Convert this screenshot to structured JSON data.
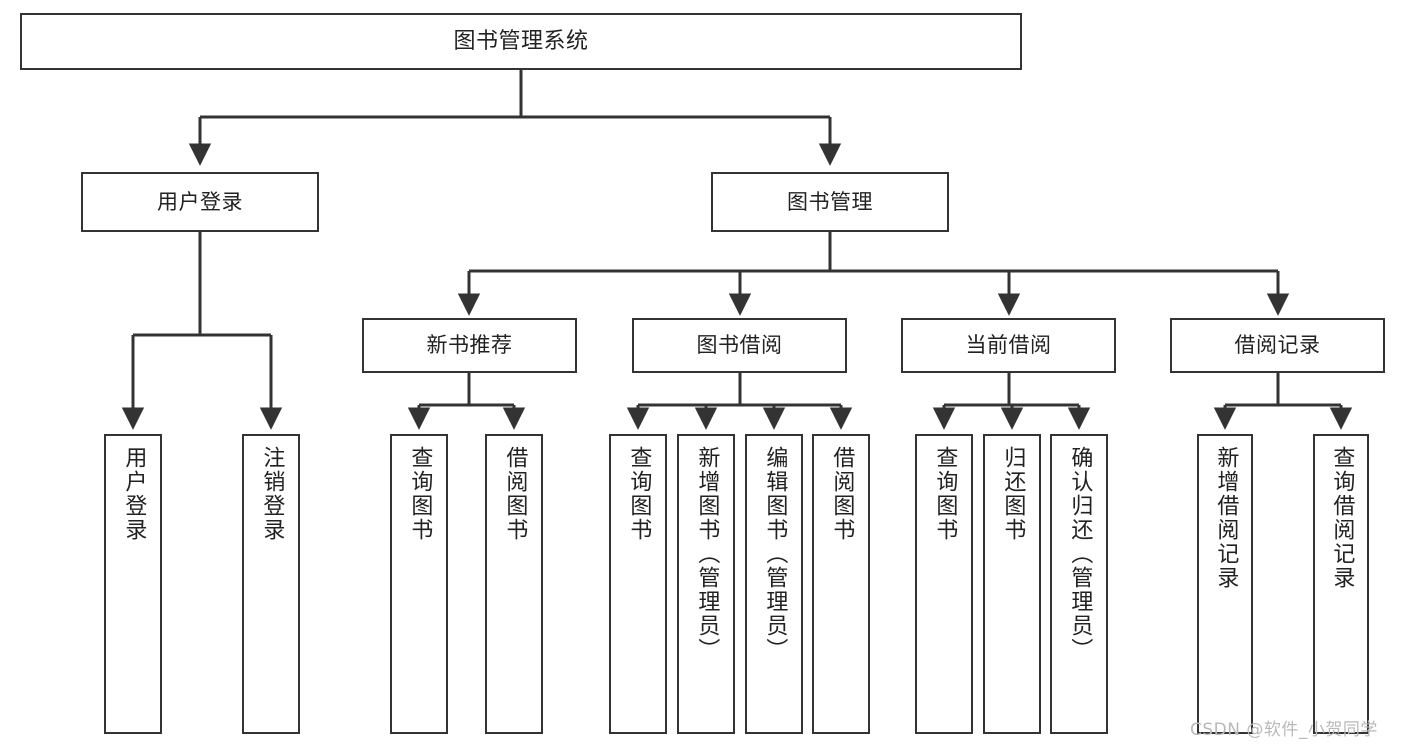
{
  "diagram": {
    "title": "图书管理系统",
    "type": "tree-hierarchy",
    "orientation": "top-down",
    "stroke_color": "#333333",
    "background_color": "#ffffff",
    "text_color": "#222222",
    "watermark": "CSDN @软件_小贺同学",
    "watermark_color": "#b9b9b9"
  },
  "nodes": {
    "root": {
      "label": "图书管理系统",
      "level": 0
    },
    "level1": [
      {
        "id": "user-login",
        "label": "用户登录",
        "level": 1
      },
      {
        "id": "book-manage",
        "label": "图书管理",
        "level": 1
      }
    ],
    "level2": [
      {
        "id": "new-book-recommend",
        "label": "新书推荐",
        "level": 2,
        "parent": "book-manage"
      },
      {
        "id": "book-borrow",
        "label": "图书借阅",
        "level": 2,
        "parent": "book-manage"
      },
      {
        "id": "current-borrow",
        "label": "当前借阅",
        "level": 2,
        "parent": "book-manage"
      },
      {
        "id": "borrow-record",
        "label": "借阅记录",
        "level": 2,
        "parent": "book-manage"
      }
    ],
    "leaves": [
      {
        "id": "leaf-user-login",
        "label": "用户登录",
        "parent": "user-login"
      },
      {
        "id": "leaf-logout-login",
        "label": "注销登录",
        "parent": "user-login"
      },
      {
        "id": "leaf-query-book-1",
        "label": "查询图书",
        "parent": "new-book-recommend"
      },
      {
        "id": "leaf-borrow-book-1",
        "label": "借阅图书",
        "parent": "new-book-recommend"
      },
      {
        "id": "leaf-query-book-2",
        "label": "查询图书",
        "parent": "book-borrow"
      },
      {
        "id": "leaf-add-book",
        "label": "新增图书（管理员）",
        "parent": "book-borrow"
      },
      {
        "id": "leaf-edit-book",
        "label": "编辑图书（管理员）",
        "parent": "book-borrow"
      },
      {
        "id": "leaf-borrow-book-2",
        "label": "借阅图书",
        "parent": "book-borrow"
      },
      {
        "id": "leaf-query-book-3",
        "label": "查询图书",
        "parent": "current-borrow"
      },
      {
        "id": "leaf-return-book",
        "label": "归还图书",
        "parent": "current-borrow"
      },
      {
        "id": "leaf-confirm-return",
        "label": "确认归还（管理员）",
        "parent": "current-borrow"
      },
      {
        "id": "leaf-add-record",
        "label": "新增借阅记录",
        "parent": "borrow-record"
      },
      {
        "id": "leaf-query-record",
        "label": "查询借阅记录",
        "parent": "borrow-record"
      }
    ]
  }
}
